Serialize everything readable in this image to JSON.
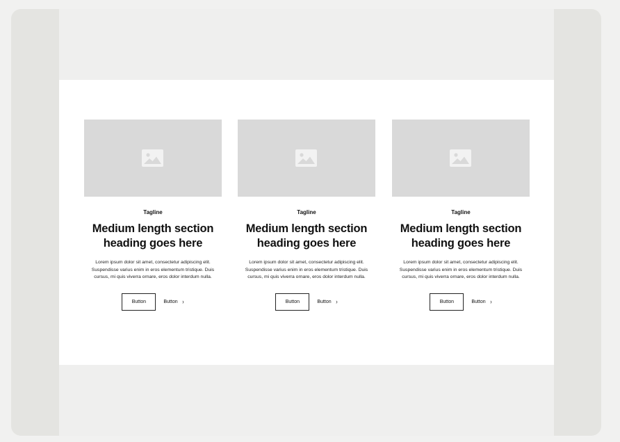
{
  "cards": [
    {
      "image_icon": "image-placeholder-icon",
      "tagline": "Tagline",
      "heading": "Medium length section heading goes here",
      "body": "Lorem ipsum dolor sit amet, consectetur adipiscing elit. Suspendisse varius enim in eros elementum tristique. Duis cursus, mi quis viverra ornare, eros dolor interdum nulla.",
      "primary_button": "Button",
      "secondary_button": "Button",
      "secondary_icon": "chevron-right-icon"
    },
    {
      "image_icon": "image-placeholder-icon",
      "tagline": "Tagline",
      "heading": "Medium length section heading goes here",
      "body": "Lorem ipsum dolor sit amet, consectetur adipiscing elit. Suspendisse varius enim in eros elementum tristique. Duis cursus, mi quis viverra ornare, eros dolor interdum nulla.",
      "primary_button": "Button",
      "secondary_button": "Button",
      "secondary_icon": "chevron-right-icon"
    },
    {
      "image_icon": "image-placeholder-icon",
      "tagline": "Tagline",
      "heading": "Medium length section heading goes here",
      "body": "Lorem ipsum dolor sit amet, consectetur adipiscing elit. Suspendisse varius enim in eros elementum tristique. Duis cursus, mi quis viverra ornare, eros dolor interdum nulla.",
      "primary_button": "Button",
      "secondary_button": "Button",
      "secondary_icon": "chevron-right-icon"
    }
  ],
  "colors": {
    "page_bg": "#f1f1f0",
    "frame_bg": "#e4e4e1",
    "section_bg": "#ffffff",
    "placeholder_bg": "#d9d9d9",
    "text": "#111111"
  }
}
